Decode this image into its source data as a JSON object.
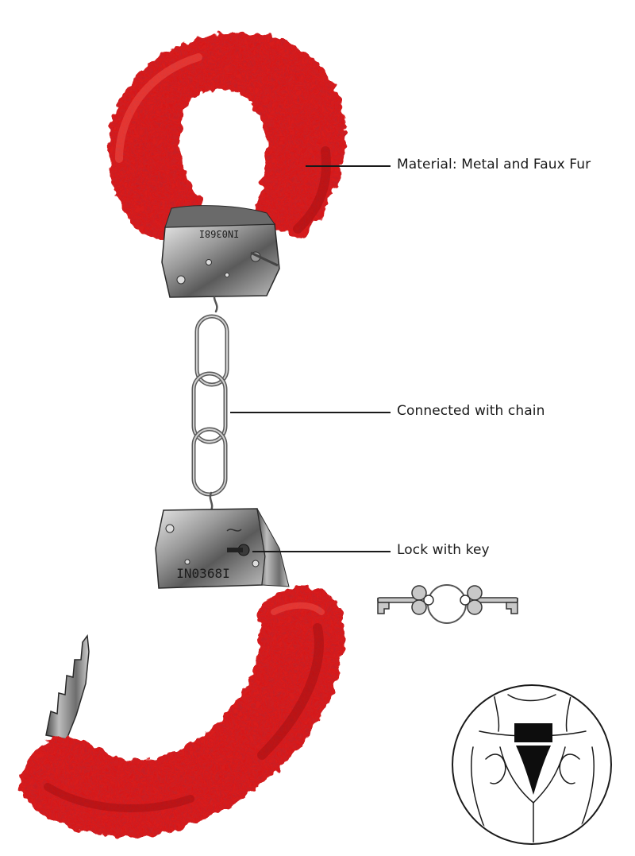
{
  "callouts": {
    "material": "Material: Metal and Faux Fur",
    "chain": "Connected with chain",
    "lock": "Lock with key"
  },
  "engraving": {
    "top_cuff": "IN0368I",
    "bottom_cuff": "IN0368I"
  },
  "colors": {
    "fur": "#d81c1c",
    "fur_dark": "#a90f10",
    "fur_light": "#ee3a36",
    "metal": "#8a8a8a",
    "metal_dark": "#3c3c3c",
    "metal_light": "#d9d9d9",
    "line": "#1a1a1a"
  }
}
